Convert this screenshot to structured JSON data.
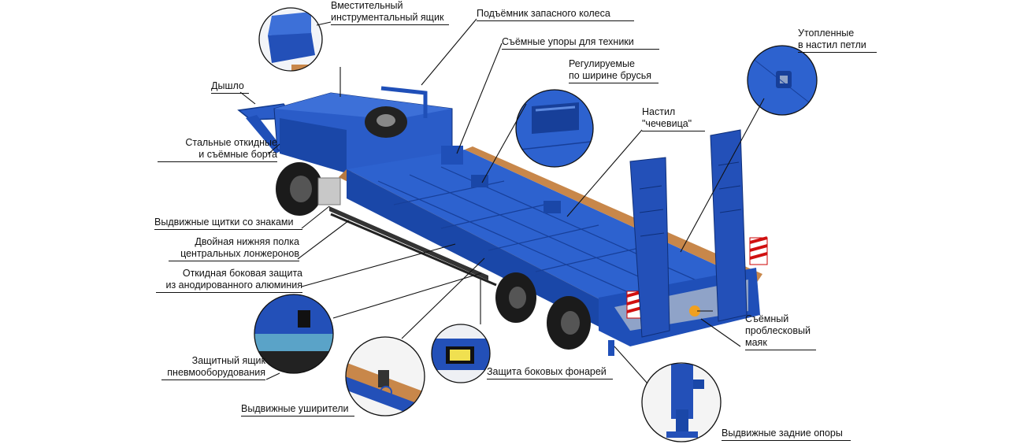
{
  "labels": {
    "toolbox": "Вместительный\nинструментальный ящик",
    "spare_wheel_lift": "Подъёмник запасного колеса",
    "removable_stops": "Съёмные упоры для техники",
    "adjustable_beams": "Регулируемые\nпо ширине брусья",
    "deck": "Настил\n\"чечевица\"",
    "recessed_loops": "Утопленные\nв настил петли",
    "drawbar": "Дышло",
    "side_boards": "Стальные откидные\nи съёмные борта",
    "sign_shields": "Выдвижные щитки со знаками",
    "lower_shelf": "Двойная нижняя полка\nцентральных лонжеронов",
    "side_protection": "Откидная боковая защита\nиз анодированного алюминия",
    "pneumatic_box": "Защитный ящик\nпневмооборудования",
    "side_light_protection": "Защита боковых фонарей",
    "beacon": "Съёмный\nпроблесковый\nмаяк",
    "extenders": "Выдвижные уширители",
    "rear_supports": "Выдвижные задние опоры"
  },
  "colors": {
    "trailer_blue": "#1f4fb8",
    "trailer_dark": "#123a8c",
    "wood": "#c8874a",
    "leader_line": "#111111"
  }
}
